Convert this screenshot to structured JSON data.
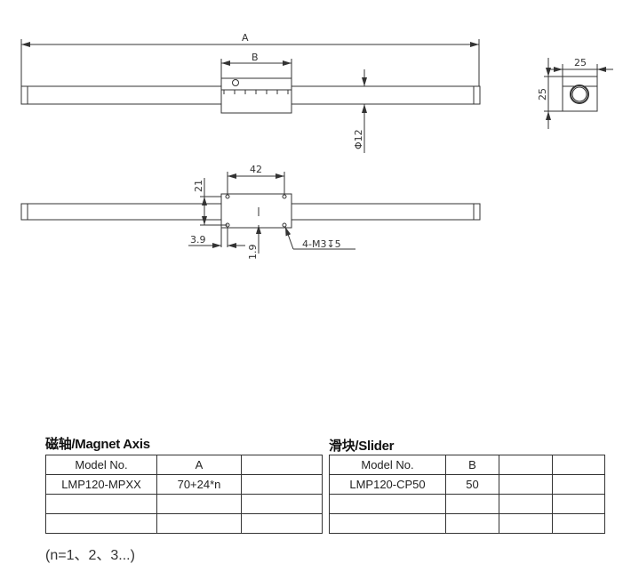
{
  "drawing": {
    "top_view": {
      "dim_A": "A",
      "dim_B": "B",
      "dim_diameter": "Φ12"
    },
    "bottom_view": {
      "dim_width": "42",
      "dim_height": "21",
      "dim_offset_x": "3.9",
      "dim_offset_y": "1.9",
      "hole_callout": "4-M3↧5"
    },
    "end_view": {
      "dim_width": "25",
      "dim_height": "25"
    }
  },
  "magnet_axis": {
    "title": "磁轴/Magnet Axis",
    "headers": [
      "Model No.",
      "A",
      ""
    ],
    "rows": [
      [
        "LMP120-MPXX",
        "70+24*n",
        ""
      ],
      [
        "",
        "",
        ""
      ],
      [
        "",
        "",
        ""
      ]
    ]
  },
  "slider": {
    "title": "滑块/Slider",
    "headers": [
      "Model No.",
      "B",
      "",
      ""
    ],
    "rows": [
      [
        "LMP120-CP50",
        "50",
        "",
        ""
      ],
      [
        "",
        "",
        "",
        ""
      ],
      [
        "",
        "",
        "",
        ""
      ]
    ]
  },
  "note": "(n=1、2、3...)"
}
